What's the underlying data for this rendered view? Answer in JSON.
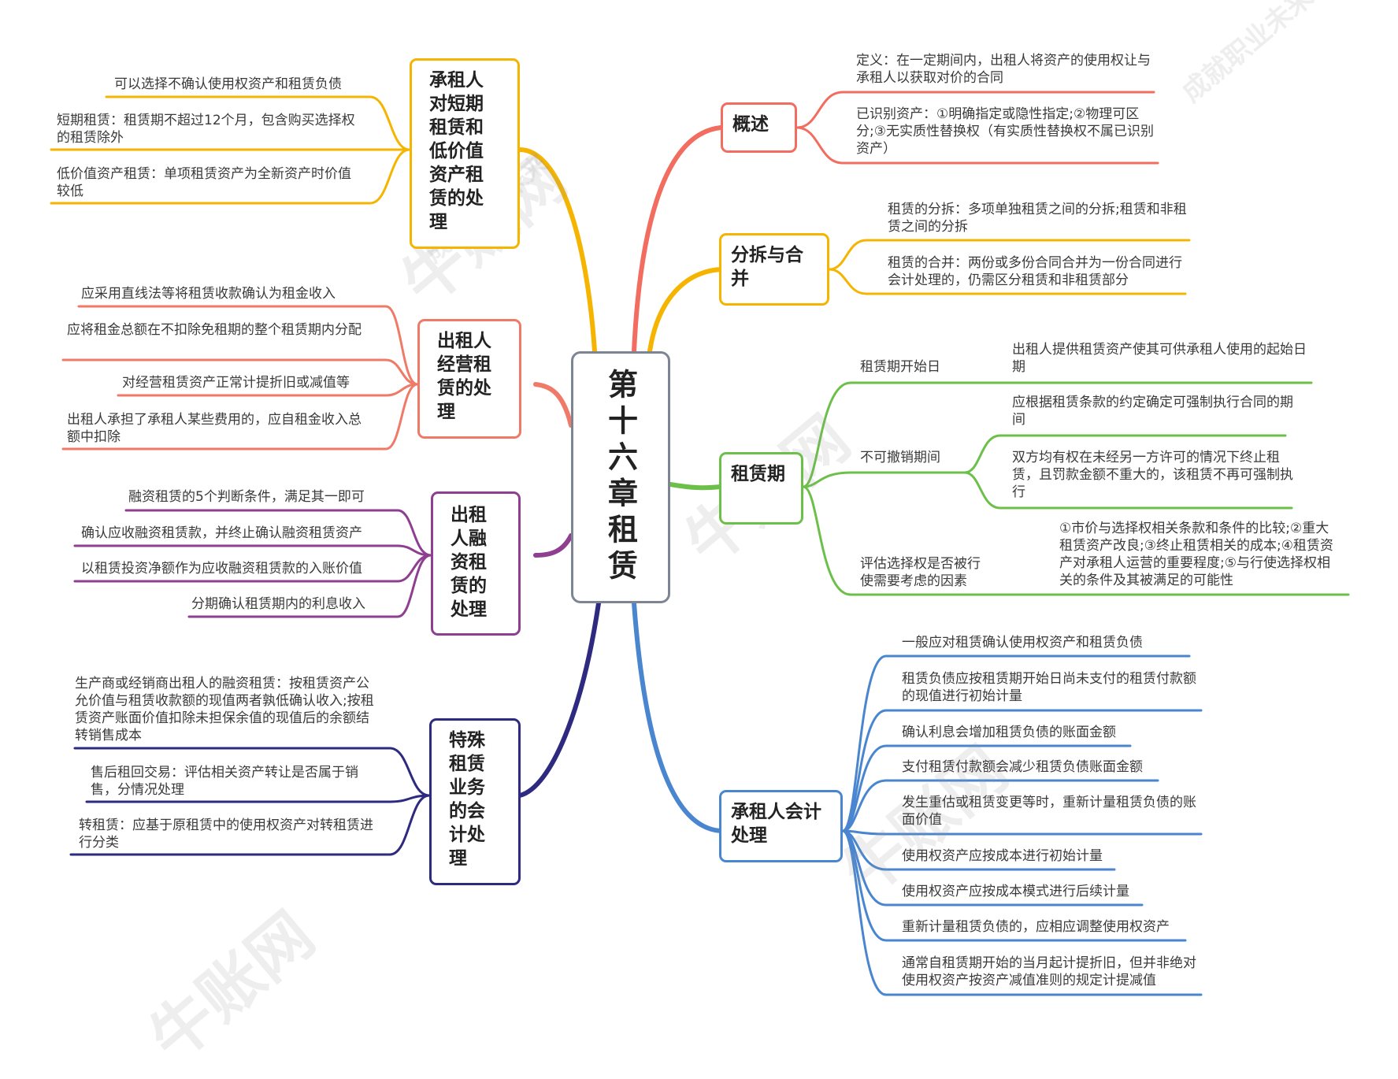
{
  "center": {
    "title": "第十六章租赁"
  },
  "colors": {
    "red": "#f26c5f",
    "orange": "#f5b400",
    "green": "#6cc04a",
    "blue": "#4a86cf",
    "salmon": "#f07a68",
    "purple": "#8e3f91",
    "navy": "#2e2a80",
    "center_border": "#7d8594"
  },
  "branches": {
    "gaishu": {
      "label": "概述",
      "leaves": [
        "定义：在一定期间内，出租人将资产的使用权让与承租人以获取对价的合同",
        "已识别资产：①明确指定或隐性指定;②物理可区分;③无实质性替换权（有实质性替换权不属已识别资产）"
      ]
    },
    "fenchai": {
      "label": "分拆与合并",
      "leaves": [
        "租赁的分拆：多项单独租赁之间的分拆;租赁和非租赁之间的分拆",
        "租赁的合并：两份或多份合同合并为一份合同进行会计处理的，仍需区分租赁和非租赁部分"
      ]
    },
    "zulinqi": {
      "label": "租赁期",
      "kaishi": {
        "label": "租赁期开始日",
        "detail": "出租人提供租赁资产使其可供承租人使用的起始日期"
      },
      "bukechexiao": {
        "label": "不可撤销期间",
        "details": [
          "应根据租赁条款的约定确定可强制执行合同的期间",
          "双方均有权在未经另一方许可的情况下终止租赁，且罚款金额不重大的，该租赁不再可强制执行"
        ]
      },
      "pinggu": {
        "label": "评估选择权是否被行使需要考虑的因素",
        "detail": "①市价与选择权相关条款和条件的比较;②重大租赁资产改良;③终止租赁相关的成本;④租赁资产对承租人运营的重要程度;⑤与行使选择权相关的条件及其被满足的可能性"
      }
    },
    "chengzuren": {
      "label": "承租人会计处理",
      "leaves": [
        "一般应对租赁确认使用权资产和租赁负债",
        "租赁负债应按租赁期开始日尚未支付的租赁付款额的现值进行初始计量",
        "确认利息会增加租赁负债的账面金额",
        "支付租赁付款额会减少租赁负债账面金额",
        "发生重估或租赁变更等时，重新计量租赁负债的账面价值",
        "使用权资产应按成本进行初始计量",
        "使用权资产应按成本模式进行后续计量",
        "重新计量租赁负债的，应相应调整使用权资产",
        "通常自租赁期开始的当月起计提折旧，但并非绝对使用权资产按资产减值准则的规定计提减值"
      ]
    },
    "duanqi": {
      "label": "承租人对短期租赁和低价值资产租赁的处理",
      "leaves": [
        "可以选择不确认使用权资产和租赁负债",
        "短期租赁：租赁期不超过12个月，包含购买选择权的租赁除外",
        "低价值资产租赁：单项租赁资产为全新资产时价值较低"
      ]
    },
    "jingying": {
      "label": "出租人经营租赁的处理",
      "leaves": [
        "应采用直线法等将租赁收款确认为租金收入",
        "应将租金总额在不扣除免租期的整个租赁期内分配",
        "对经营租赁资产正常计提折旧或减值等",
        "出租人承担了承租人某些费用的，应自租金收入总额中扣除"
      ]
    },
    "rongzi": {
      "label": "出租人融资租赁的处理",
      "leaves": [
        "融资租赁的5个判断条件，满足其一即可",
        "确认应收融资租赁款，并终止确认融资租赁资产",
        "以租赁投资净额作为应收融资租赁款的入账价值",
        "分期确认租赁期内的利息收入"
      ]
    },
    "teshu": {
      "label": "特殊租赁业务的会计处理",
      "leaves": [
        "生产商或经销商出租人的融资租赁：按租赁资产公允价值与租赁收款额的现值两者孰低确认收入;按租赁资产账面价值扣除未担保余值的现值后的余额结转销售成本",
        "售后租回交易：评估相关资产转让是否属于销售，分情况处理",
        "转租赁：应基于原租赁中的使用权资产对转租赁进行分类"
      ]
    }
  },
  "watermarks": [
    "牛账网",
    "成就职业未来"
  ]
}
